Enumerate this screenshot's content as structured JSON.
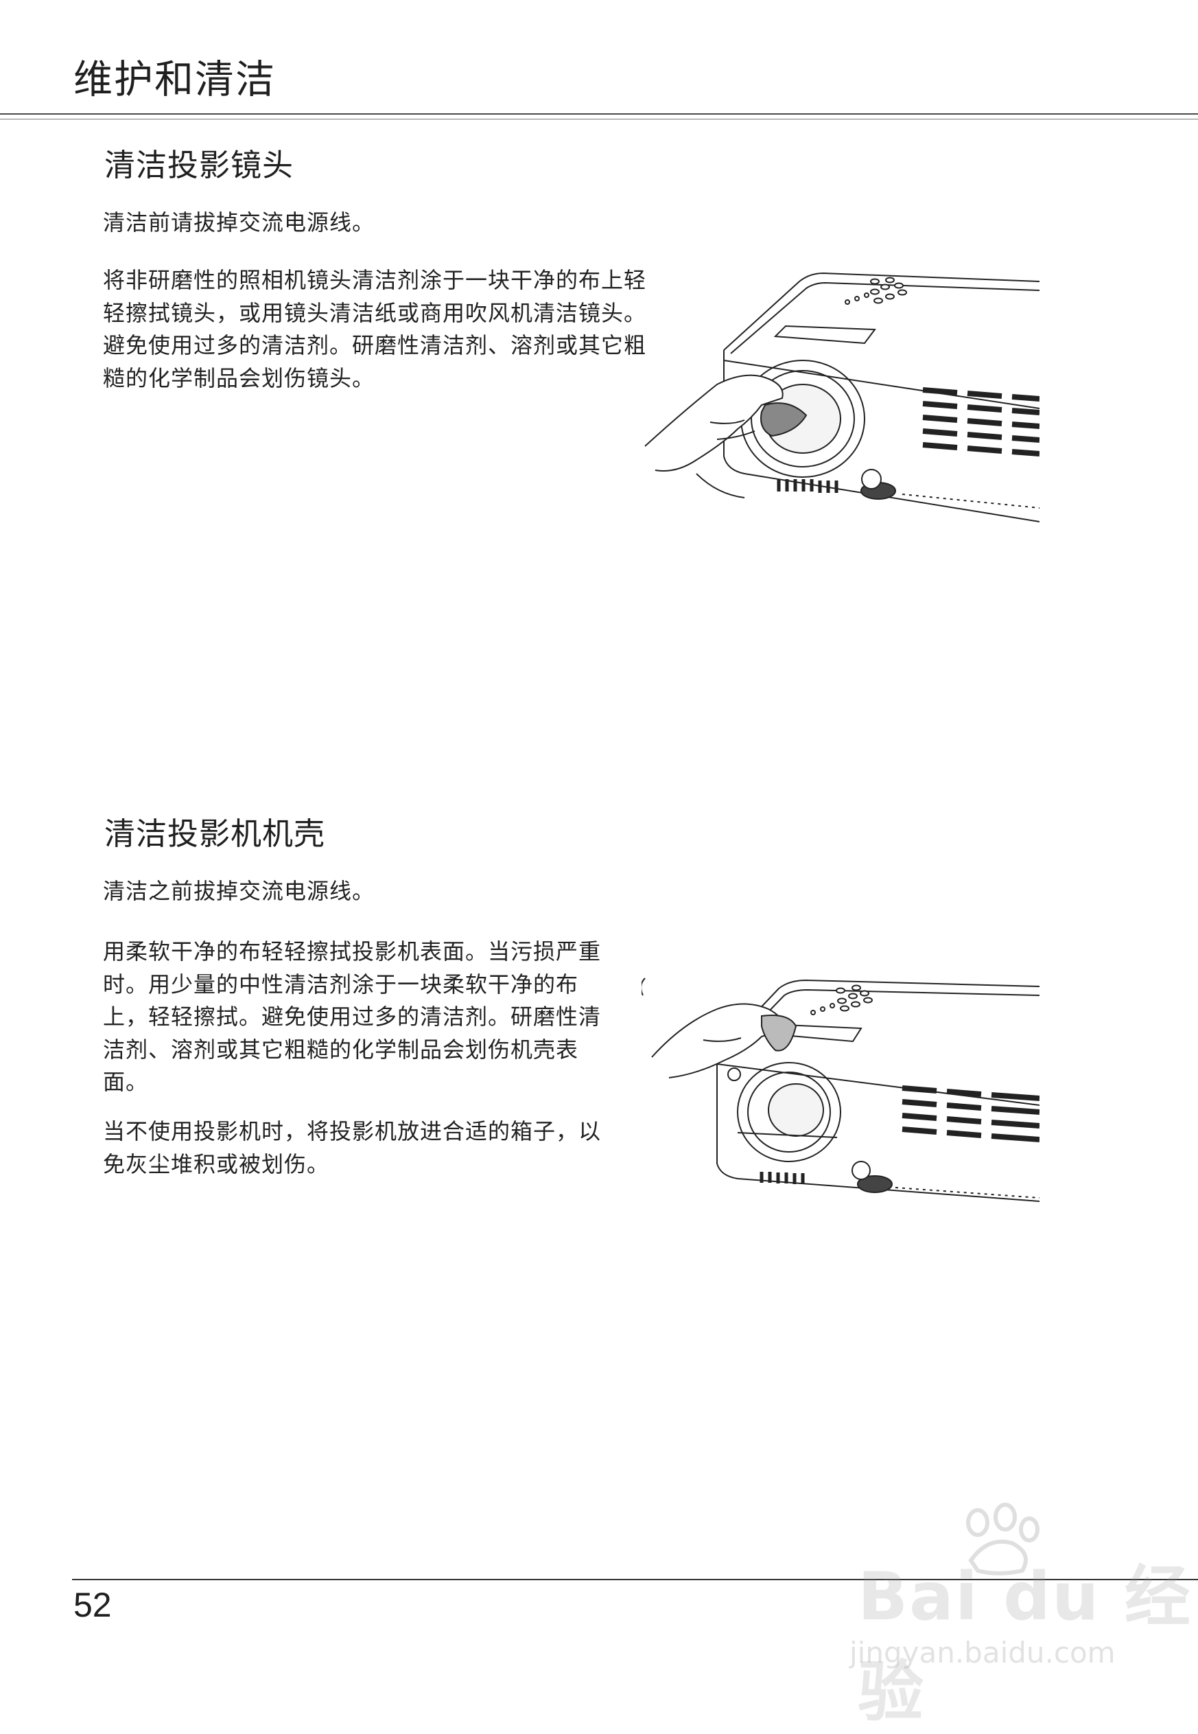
{
  "header": {
    "title": "维护和清洁"
  },
  "section_lens": {
    "title": "清洁投影镜头",
    "paragraphs": [
      "清洁前请拔掉交流电源线。",
      "将非研磨性的照相机镜头清洁剂涂于一块干净的布上轻轻擦拭镜头，或用镜头清洁纸或商用吹风机清洁镜头。避免使用过多的清洁剂。研磨性清洁剂、溶剂或其它粗糙的化学制品会划伤镜头。"
    ]
  },
  "section_cabinet": {
    "title": "清洁投影机机壳",
    "paragraphs": [
      "清洁之前拔掉交流电源线。",
      "用柔软干净的布轻轻擦拭投影机表面。当污损严重时。用少量的中性清洁剂涂于一块柔软干净的布上，轻轻擦拭。避免使用过多的清洁剂。研磨性清洁剂、溶剂或其它粗糙的化学制品会划伤机壳表面。",
      "当不使用投影机时，将投影机放进合适的箱子，以免灰尘堆积或被划伤。"
    ]
  },
  "footer": {
    "page_number": "52"
  },
  "watermark": {
    "brand": "Bai du 经验",
    "url": "jingyan.baidu.com"
  },
  "illustrations": [
    {
      "icon": "projector-lens-cleaning-illustration"
    },
    {
      "icon": "projector-cabinet-cleaning-illustration"
    }
  ]
}
